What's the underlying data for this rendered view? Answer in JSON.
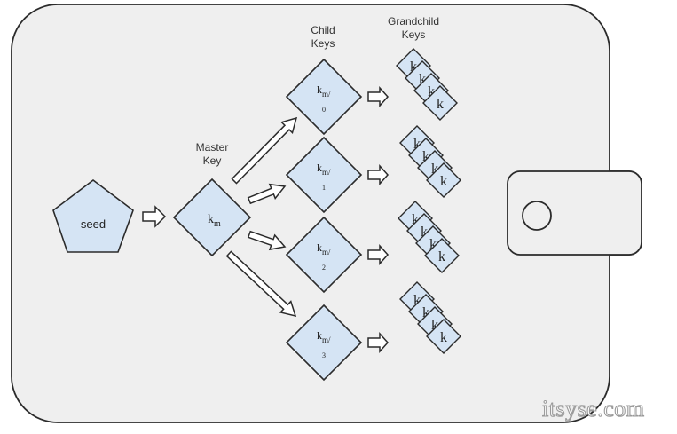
{
  "diagram": {
    "seed_label": "seed",
    "master_key_title": [
      "Master",
      "Key"
    ],
    "master_key": {
      "main": "k",
      "sub": "m"
    },
    "child_keys_title": [
      "Child",
      "Keys"
    ],
    "grandchild_keys_title": [
      "Grandchild",
      "Keys"
    ],
    "child_keys": [
      {
        "main": "k",
        "sub": "m/",
        "index": "0"
      },
      {
        "main": "k",
        "sub": "m/",
        "index": "1"
      },
      {
        "main": "k",
        "sub": "m/",
        "index": "2"
      },
      {
        "main": "k",
        "sub": "m/",
        "index": "3"
      }
    ],
    "grandchild_card_letter": "k",
    "grandchild_cards_per_stack": 4
  },
  "watermark": "itsyse.com",
  "colors": {
    "shape_fill": "#d5e4f4",
    "wallet_fill": "#efefef",
    "outline": "#2b2b2b"
  }
}
